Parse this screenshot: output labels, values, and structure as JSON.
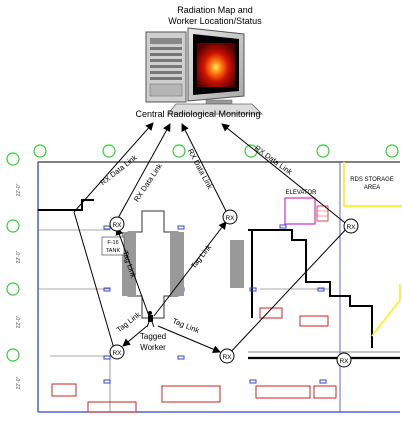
{
  "header": {
    "title_line1": "Radiation Map and",
    "title_line2": "Worker Location/Status",
    "caption": "Central Radiological Monitoring"
  },
  "links": {
    "rx_data_link": "RX Data Link",
    "tag_link": "Tag Link"
  },
  "nodes": {
    "rx": "RX"
  },
  "areas": {
    "elevator": "ELEVATOR",
    "rds_line1": "RDS STORAGE",
    "rds_line2": "AREA",
    "f16_line1": "F-16",
    "f16_line2": "TANK",
    "worker_line1": "Tagged",
    "worker_line2": "Worker"
  },
  "dimensions": {
    "d1": "22'-0\"",
    "d2": "22'-0\"",
    "d3": "22'-0\"",
    "d4": "22'-0\""
  },
  "colors": {
    "grid_marker": "#33cc33",
    "building_outline": "#3344cc",
    "equipment": "#cc2222",
    "elevator": "#cc33cc",
    "storage_outline": "#ffee22",
    "heat_core": "#ffee55",
    "heat_outer": "#550000"
  }
}
